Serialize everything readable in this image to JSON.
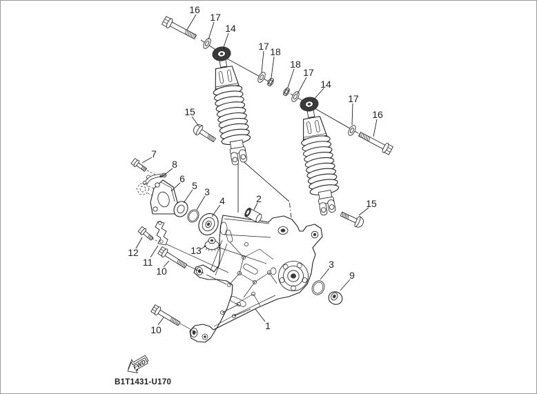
{
  "diagram": {
    "part_code": "B1T1431-U170",
    "fwd_label": "FWD",
    "colors": {
      "background": "#ffffff",
      "line": "#1f1f1f",
      "dark": "#3a3a3a",
      "border": "#9a9a9a"
    },
    "callouts": [
      {
        "label": "16"
      },
      {
        "label": "17"
      },
      {
        "label": "14"
      },
      {
        "label": "17"
      },
      {
        "label": "18"
      },
      {
        "label": "18"
      },
      {
        "label": "17"
      },
      {
        "label": "14"
      },
      {
        "label": "17"
      },
      {
        "label": "16"
      },
      {
        "label": "15"
      },
      {
        "label": "15"
      },
      {
        "label": "7"
      },
      {
        "label": "8"
      },
      {
        "label": "6"
      },
      {
        "label": "5"
      },
      {
        "label": "3"
      },
      {
        "label": "4"
      },
      {
        "label": "2"
      },
      {
        "label": "13"
      },
      {
        "label": "12"
      },
      {
        "label": "11"
      },
      {
        "label": "10"
      },
      {
        "label": "10"
      },
      {
        "label": "1"
      },
      {
        "label": "3"
      },
      {
        "label": "9"
      }
    ]
  }
}
